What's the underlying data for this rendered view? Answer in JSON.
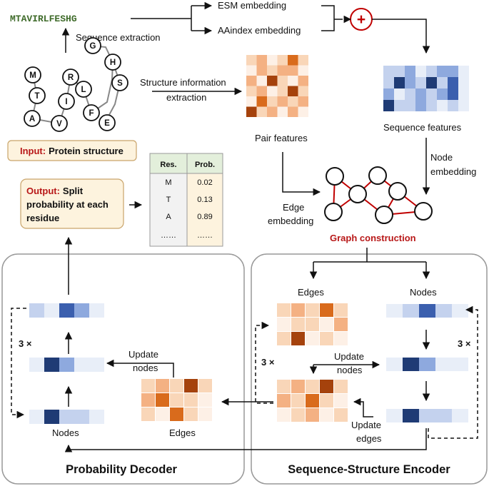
{
  "sequence": "MTAVIRLFESHG",
  "sequence_extraction": "Sequence extraction",
  "esm_embedding": "ESM embedding",
  "aaindex_embedding": "AAindex embedding",
  "plus_symbol": "+",
  "structure_info_line1": "Structure information",
  "structure_info_line2": "extraction",
  "pair_features": "Pair features",
  "sequence_features": "Sequence features",
  "input_label": "Input:",
  "input_text": "Protein structure",
  "residues": [
    "M",
    "T",
    "A",
    "V",
    "I",
    "R",
    "L",
    "F",
    "E",
    "S",
    "H",
    "G"
  ],
  "node_embedding_line1": "Node",
  "node_embedding_line2": "embedding",
  "edge_embedding_line1": "Edge",
  "edge_embedding_line2": "embedding",
  "graph_construction": "Graph construction",
  "output_label": "Output:",
  "output_line1_rest": "Split",
  "output_line2": "probability at each",
  "output_line3": "residue",
  "table": {
    "headers": [
      "Res.",
      "Prob."
    ],
    "rows": [
      [
        "M",
        "0.02"
      ],
      [
        "T",
        "0.13"
      ],
      [
        "A",
        "0.89"
      ],
      [
        "……",
        "……"
      ]
    ]
  },
  "encoder": {
    "title": "Sequence-Structure Encoder",
    "edges": "Edges",
    "nodes": "Nodes",
    "update_nodes_line1": "Update",
    "update_nodes_line2": "nodes",
    "update_edges_line1": "Update",
    "update_edges_line2": "edges",
    "repeat": "3 ×"
  },
  "decoder": {
    "title": "Probability Decoder",
    "nodes": "Nodes",
    "edges": "Edges",
    "update_nodes_line1": "Update",
    "update_nodes_line2": "nodes",
    "repeat": "3 ×"
  },
  "colors": {
    "orange_scale": [
      "#fdf0e6",
      "#f9d6b8",
      "#f4b183",
      "#d96b1c",
      "#a5420c"
    ],
    "blue_scale": [
      "#e8eef8",
      "#c4d2ee",
      "#8ea9de",
      "#3b5fae",
      "#1f3b75"
    ],
    "red_accent": "#c00000",
    "input_box_fill": "#fdf3de",
    "table_header_fill": "#e3efdb",
    "table_prob_fill": "#fdf3de"
  }
}
